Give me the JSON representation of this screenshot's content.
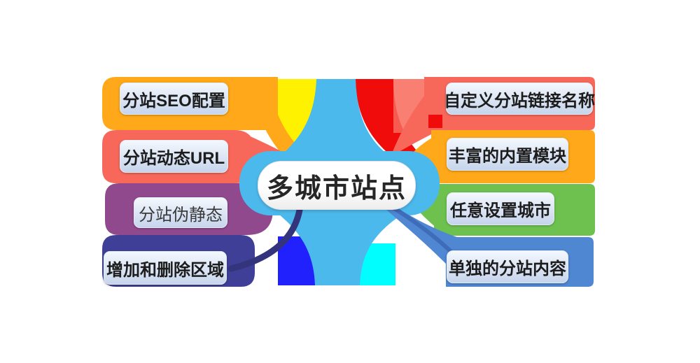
{
  "diagram": {
    "center": "多城市站点",
    "left_branches": [
      {
        "label": "分站SEO配置",
        "color": "#FFA819"
      },
      {
        "label": "分站动态URL",
        "color": "#F8685A"
      },
      {
        "label": "分站伪静态",
        "color": "#91498E"
      },
      {
        "label": "增加和删除区域",
        "color": "#3F3F97"
      }
    ],
    "right_branches": [
      {
        "label": "自定义分站链接名称",
        "color": "#F8685A"
      },
      {
        "label": "丰富的内置模块",
        "color": "#FFA819"
      },
      {
        "label": "任意设置城市",
        "color": "#6EC14F"
      },
      {
        "label": "单独的分站内容",
        "color": "#4F87D3"
      }
    ]
  },
  "decor": {
    "center-blue": "#4CB9EC",
    "yellow": "#FFF200",
    "red": "#F10C0C",
    "deep-blue": "#2121FE",
    "cyan": "#00FEFE",
    "swoosh-indigo": "#34347C",
    "swoosh-blue": "#3E6CB8",
    "label-bg-top": "#F4F8FE",
    "label-bg-bottom": "#C6D4EB",
    "label-text": "#1C1C1C",
    "pill-text": "#262626"
  }
}
